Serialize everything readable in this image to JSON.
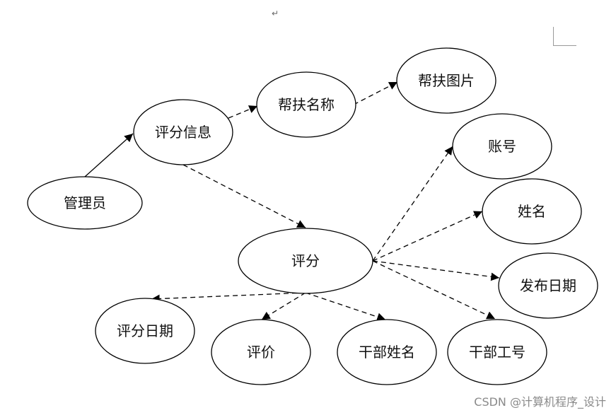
{
  "nodes": [
    {
      "id": "admin",
      "label": "管理员"
    },
    {
      "id": "rating_info",
      "label": "评分信息"
    },
    {
      "id": "help_name",
      "label": "帮扶名称"
    },
    {
      "id": "help_image",
      "label": "帮扶图片"
    },
    {
      "id": "account",
      "label": "账号"
    },
    {
      "id": "name",
      "label": "姓名"
    },
    {
      "id": "publish_date",
      "label": "发布日期"
    },
    {
      "id": "rating",
      "label": "评分"
    },
    {
      "id": "rating_date",
      "label": "评分日期"
    },
    {
      "id": "evaluation",
      "label": "评价"
    },
    {
      "id": "cadre_name",
      "label": "干部姓名"
    },
    {
      "id": "cadre_id",
      "label": "干部工号"
    }
  ],
  "edges": [
    {
      "from": "admin",
      "to": "rating_info",
      "style": "solid"
    },
    {
      "from": "rating_info",
      "to": "help_name",
      "style": "dashed"
    },
    {
      "from": "help_name",
      "to": "help_image",
      "style": "dashed"
    },
    {
      "from": "rating_info",
      "to": "rating",
      "style": "dashed"
    },
    {
      "from": "rating",
      "to": "account",
      "style": "dashed"
    },
    {
      "from": "rating",
      "to": "name",
      "style": "dashed"
    },
    {
      "from": "rating",
      "to": "publish_date",
      "style": "dashed"
    },
    {
      "from": "rating",
      "to": "cadre_id",
      "style": "dashed"
    },
    {
      "from": "rating",
      "to": "rating_date",
      "style": "dashed"
    },
    {
      "from": "rating",
      "to": "evaluation",
      "style": "dashed"
    },
    {
      "from": "rating",
      "to": "cadre_name",
      "style": "dashed"
    }
  ],
  "watermark": "CSDN @计算机程序_设计",
  "paragraph_mark": "↵",
  "colors": {
    "stroke": "#000000",
    "background": "#ffffff",
    "watermark": "#8a8a8a"
  }
}
